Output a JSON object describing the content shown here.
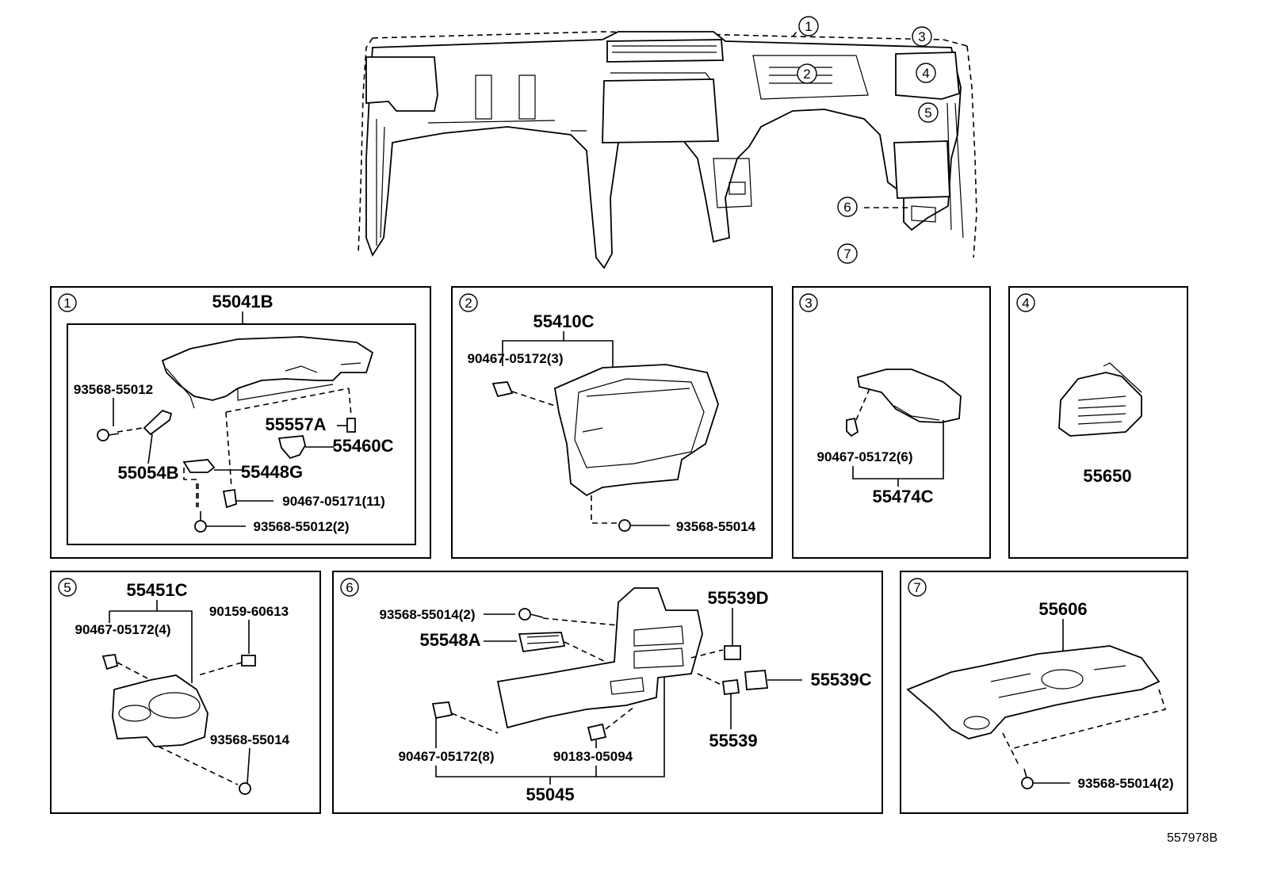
{
  "overview_callouts": [
    "1",
    "2",
    "3",
    "4",
    "5",
    "6",
    "7"
  ],
  "panels": [
    {
      "id": "1",
      "assembly": "55041B",
      "parts": [
        "93568-55012",
        "55557A",
        "55460C",
        "55054B",
        "55448G",
        "90467-05171(11)",
        "93568-55012(2)"
      ]
    },
    {
      "id": "2",
      "assembly": "55410C",
      "parts": [
        "90467-05172(3)",
        "93568-55014"
      ]
    },
    {
      "id": "3",
      "assembly": "55474C",
      "parts": [
        "90467-05172(6)"
      ]
    },
    {
      "id": "4",
      "assembly": "55650",
      "parts": []
    },
    {
      "id": "5",
      "assembly": "55451C",
      "parts": [
        "90159-60613",
        "90467-05172(4)",
        "93568-55014"
      ]
    },
    {
      "id": "6",
      "assembly": "55045",
      "parts": [
        "93568-55014(2)",
        "55548A",
        "55539D",
        "55539C",
        "55539",
        "90467-05172(8)",
        "90183-05094"
      ]
    },
    {
      "id": "7",
      "assembly": "55606",
      "parts": [
        "93568-55014(2)"
      ]
    }
  ],
  "diagram_id": "557978B"
}
